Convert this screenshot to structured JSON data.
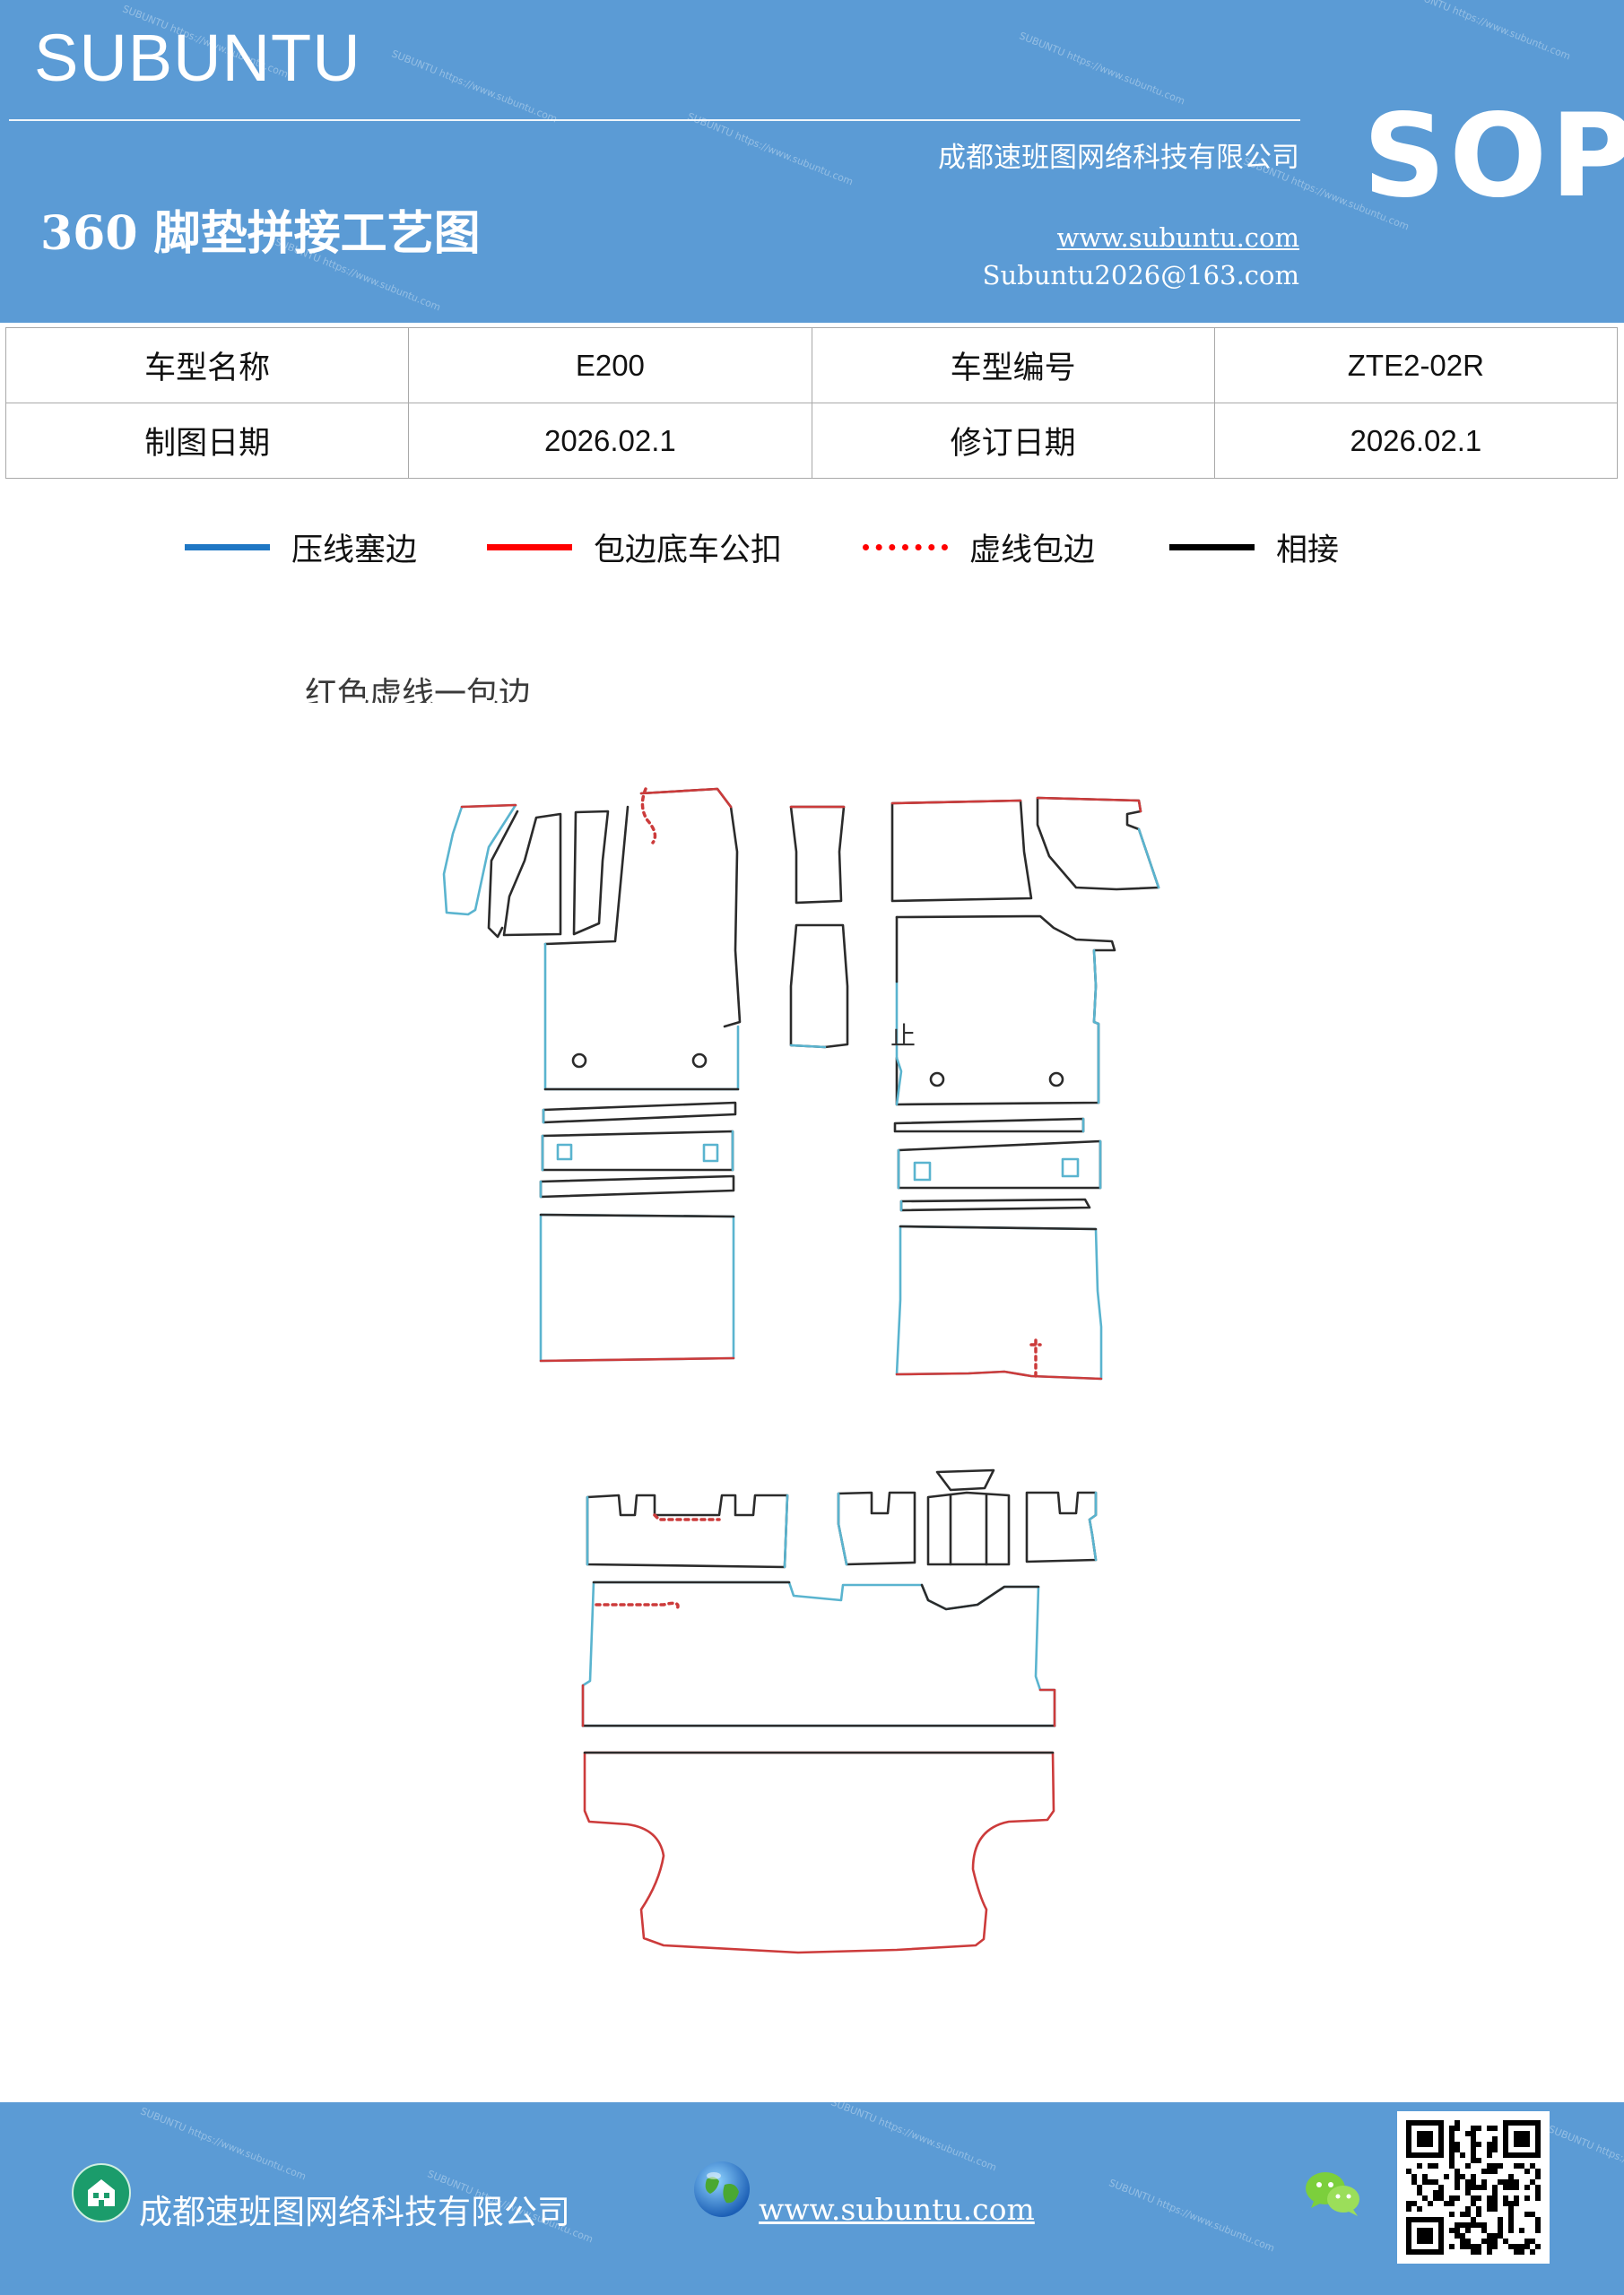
{
  "header": {
    "brand": "SUBUNTU",
    "company": "成都速班图网络科技有限公司",
    "title": "360 脚垫拼接工艺图",
    "website": "www.subuntu.com",
    "email": "Subuntu2026@163.com",
    "badge": "SOP"
  },
  "info_table": {
    "rows": [
      {
        "label1": "车型名称",
        "value1": "E200",
        "label2": "车型编号",
        "value2": "ZTE2-02R"
      },
      {
        "label1": "制图日期",
        "value1": "2026.02.1",
        "label2": "修订日期",
        "value2": "2026.02.1"
      }
    ]
  },
  "legend": [
    {
      "label": "压线塞边",
      "color": "#1f77c4",
      "style": "solid"
    },
    {
      "label": "包边底车公扣",
      "color": "#ff0000",
      "style": "solid"
    },
    {
      "label": "虚线包边",
      "color": "#ff0000",
      "style": "dotted"
    },
    {
      "label": "相接",
      "color": "#000000",
      "style": "solid"
    }
  ],
  "diagram": {
    "residual_caption": "红色虚线一包边",
    "mark": "止",
    "colors": {
      "blue": "#5ab4cf",
      "red": "#cc3b3b",
      "black": "#2b2b2b"
    }
  },
  "footer": {
    "company": "成都速班图网络科技有限公司",
    "website": "www.subuntu.com",
    "watermark": "SUBUNTU https://www.subuntu.com"
  },
  "icons": {
    "company": "building-icon",
    "website": "globe-icon",
    "wechat": "wechat-icon",
    "qr": "qr-code-icon"
  }
}
